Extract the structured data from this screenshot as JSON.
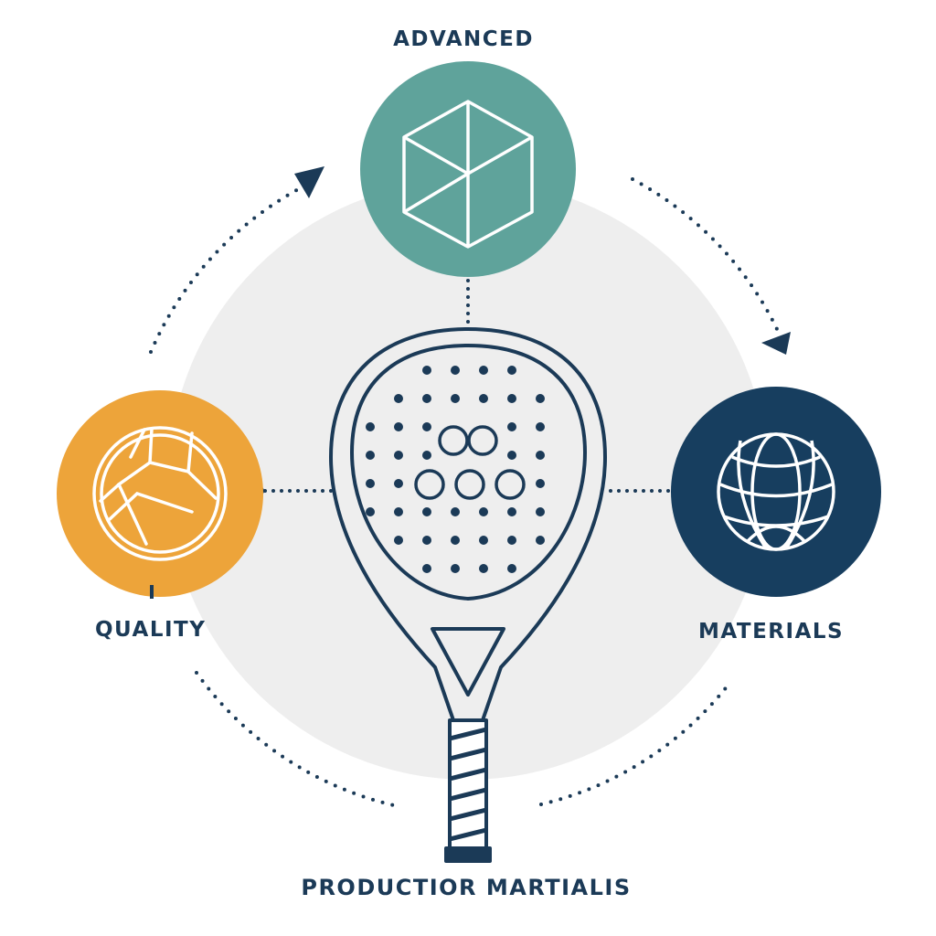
{
  "labels": {
    "top": "ADVANCED",
    "left": "QUALITY",
    "right": "MATERIALS",
    "bottom": "PRODUCTIOR MARTIALIS"
  },
  "colors": {
    "teal": "#5fa39b",
    "orange": "#eda43a",
    "navy": "#173e5f",
    "ink": "#1b3a57",
    "backdrop": "#eeeeee"
  },
  "icons": {
    "top": "cube-icon",
    "left": "volleyball-icon",
    "right": "globe-icon",
    "center": "padel-racket-icon"
  }
}
